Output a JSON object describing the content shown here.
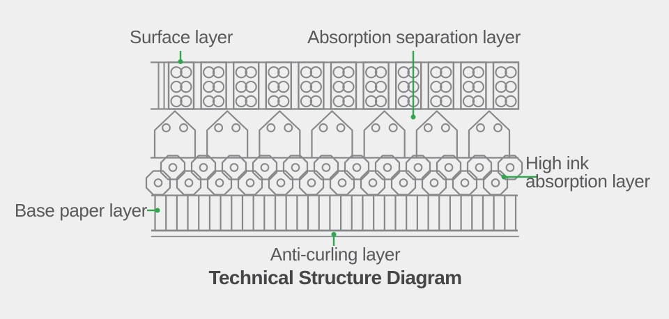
{
  "title": "Technical Structure Diagram",
  "labels": {
    "surface": "Surface layer",
    "absorption_separation": "Absorption separation layer",
    "high_ink_line1": "High ink",
    "high_ink_line2": "absorption layer",
    "base_paper": "Base paper layer",
    "anti_curling": "Anti-curling layer"
  },
  "colors": {
    "background": "#efefef",
    "outline": "#87888a",
    "label_text": "#58595b",
    "title_text": "#464648",
    "marker_green": "#2fa84d"
  }
}
